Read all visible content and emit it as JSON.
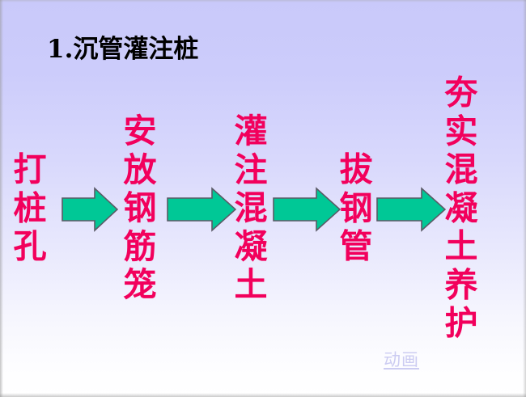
{
  "slide": {
    "title_number": "1.",
    "title_text": "沉管灌注桩",
    "background_top_color": "#c9c9fa",
    "background_bottom_color": "#ffffff",
    "text_color": "#f2005c",
    "arrow_fill_color": "#00c896",
    "arrow_outline_color": "#555566",
    "link_color": "#ccccf2"
  },
  "flow": {
    "steps": [
      {
        "id": "step-1",
        "text": "打桩孔",
        "chars": [
          "打",
          "桩",
          "孔"
        ]
      },
      {
        "id": "step-2",
        "text": "安放钢筋笼",
        "chars": [
          "安",
          "放",
          "钢",
          "筋",
          "笼"
        ]
      },
      {
        "id": "step-3",
        "text": "灌注混凝土",
        "chars": [
          "灌",
          "注",
          "混",
          "凝",
          "土"
        ]
      },
      {
        "id": "step-4",
        "text": "拔钢管",
        "chars": [
          "拔",
          "钢",
          "管"
        ]
      },
      {
        "id": "step-5",
        "text": "夯实混凝土养护",
        "chars": [
          "夯",
          "实",
          "混",
          "凝",
          "土",
          "养",
          "护"
        ]
      }
    ],
    "arrows": [
      {
        "id": "arrow-1",
        "direction": "right"
      },
      {
        "id": "arrow-2",
        "direction": "right"
      },
      {
        "id": "arrow-3",
        "direction": "right"
      },
      {
        "id": "arrow-4",
        "direction": "right"
      }
    ]
  },
  "link": {
    "label": "动画"
  }
}
